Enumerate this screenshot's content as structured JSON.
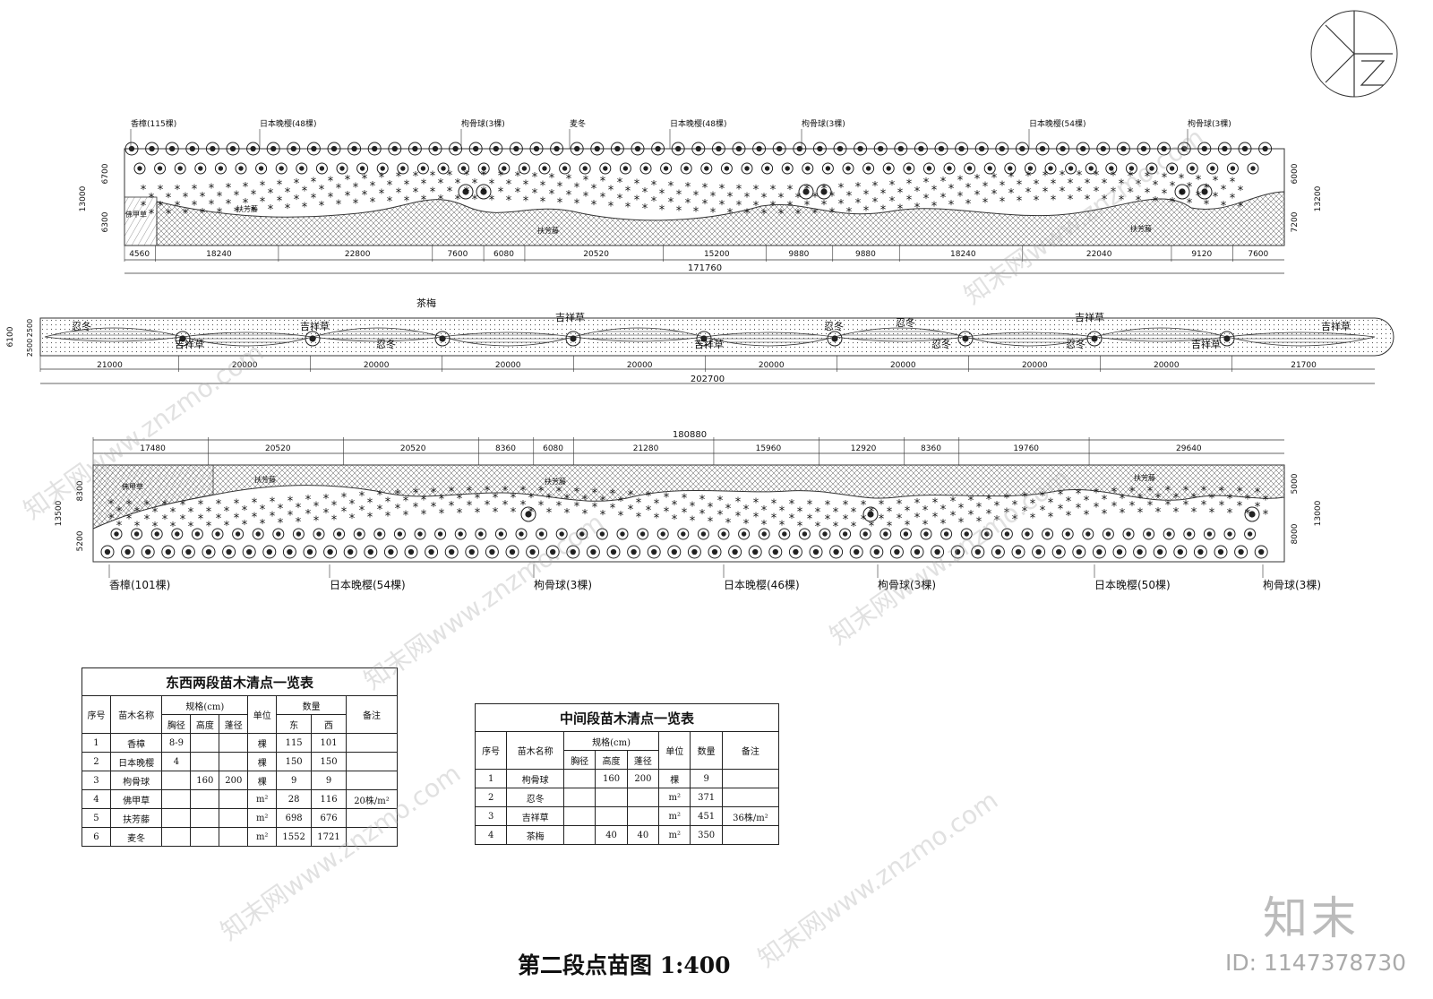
{
  "labels": {
    "east_top": [
      "香樟(115棵)",
      "日本晚樱(48棵)",
      "枸骨球(3棵)",
      "麦冬",
      "日本晚樱(48棵)",
      "枸骨球(3棵)",
      "日本晚樱(54棵)",
      "枸骨球(3棵)"
    ],
    "east_area": [
      "扶芳藤",
      "扶芳藤",
      "扶芳藤",
      "佛甲草"
    ],
    "east_dims": [
      "4560",
      "18240",
      "22800",
      "7600",
      "6080",
      "20520",
      "15200",
      "9880",
      "9880",
      "18240",
      "22040",
      "9120",
      "7600"
    ],
    "east_total": "171760",
    "east_left_dims": [
      "13000",
      "6700",
      "6300"
    ],
    "east_right_dims": [
      "6000",
      "7200",
      "13200"
    ],
    "middle_labels": [
      "忍冬",
      "吉祥草",
      "吉祥草",
      "茶梅",
      "忍冬",
      "吉祥草",
      "吉祥草",
      "忍冬",
      "忍冬",
      "吉祥草",
      "忍冬",
      "吉祥草",
      "吉祥草",
      "忍冬"
    ],
    "middle_dims": [
      "21000",
      "20000",
      "20000",
      "20000",
      "20000",
      "20000",
      "20000",
      "20000",
      "20000",
      "21700"
    ],
    "middle_total": "202700",
    "middle_left_dims": [
      "6100",
      "2500",
      "2500"
    ],
    "west_total": "180880",
    "west_dims": [
      "17480",
      "20520",
      "20520",
      "8360",
      "6080",
      "21280",
      "15960",
      "12920",
      "8360",
      "19760",
      "29640"
    ],
    "west_area": [
      "佛甲草",
      "扶芳藤",
      "扶芳藤",
      "扶芳藤"
    ],
    "west_bottom": [
      "香樟(101棵)",
      "日本晚樱(54棵)",
      "枸骨球(3棵)",
      "日本晚樱(46棵)",
      "枸骨球(3棵)",
      "日本晚樱(50棵)",
      "枸骨球(3棵)"
    ],
    "west_left_dims": [
      "13500",
      "8300",
      "5200"
    ],
    "west_right_dims": [
      "5000",
      "8000",
      "13000"
    ]
  },
  "table1": {
    "title": "东西两段苗木清点一览表",
    "h_no": "序号",
    "h_name": "苗木名称",
    "h_spec": "规格(cm)",
    "h_unit": "单位",
    "h_qty": "数量",
    "h_note": "备注",
    "h_dbh": "胸径",
    "h_height": "高度",
    "h_crown": "蓬径",
    "h_east": "东",
    "h_west": "西",
    "rows": [
      {
        "no": "1",
        "name": "香樟",
        "dbh": "8-9",
        "height": "",
        "crown": "",
        "unit": "棵",
        "east": "115",
        "west": "101",
        "note": ""
      },
      {
        "no": "2",
        "name": "日本晚樱",
        "dbh": "4",
        "height": "",
        "crown": "",
        "unit": "棵",
        "east": "150",
        "west": "150",
        "note": ""
      },
      {
        "no": "3",
        "name": "枸骨球",
        "dbh": "",
        "height": "160",
        "crown": "200",
        "unit": "棵",
        "east": "9",
        "west": "9",
        "note": ""
      },
      {
        "no": "4",
        "name": "佛甲草",
        "dbh": "",
        "height": "",
        "crown": "",
        "unit": "m²",
        "east": "28",
        "west": "116",
        "note": "20株/m²"
      },
      {
        "no": "5",
        "name": "扶芳藤",
        "dbh": "",
        "height": "",
        "crown": "",
        "unit": "m²",
        "east": "698",
        "west": "676",
        "note": ""
      },
      {
        "no": "6",
        "name": "麦冬",
        "dbh": "",
        "height": "",
        "crown": "",
        "unit": "m²",
        "east": "1552",
        "west": "1721",
        "note": ""
      }
    ]
  },
  "table2": {
    "title": "中间段苗木清点一览表",
    "h_no": "序号",
    "h_name": "苗木名称",
    "h_spec": "规格(cm)",
    "h_unit": "单位",
    "h_qty": "数量",
    "h_note": "备注",
    "h_dbh": "胸径",
    "h_height": "高度",
    "h_crown": "蓬径",
    "rows": [
      {
        "no": "1",
        "name": "枸骨球",
        "dbh": "",
        "height": "160",
        "crown": "200",
        "unit": "棵",
        "qty": "9",
        "note": ""
      },
      {
        "no": "2",
        "name": "忍冬",
        "dbh": "",
        "height": "",
        "crown": "",
        "unit": "m²",
        "qty": "371",
        "note": ""
      },
      {
        "no": "3",
        "name": "吉祥草",
        "dbh": "",
        "height": "",
        "crown": "",
        "unit": "m²",
        "qty": "451",
        "note": "36株/m²"
      },
      {
        "no": "4",
        "name": "茶梅",
        "dbh": "",
        "height": "40",
        "crown": "40",
        "unit": "m²",
        "qty": "350",
        "note": ""
      }
    ]
  },
  "drawing_title": "第二段点苗图  1:400",
  "brand": "知末",
  "id_text": "ID: 1147378730",
  "watermark": "知末网www.znzmo.com"
}
